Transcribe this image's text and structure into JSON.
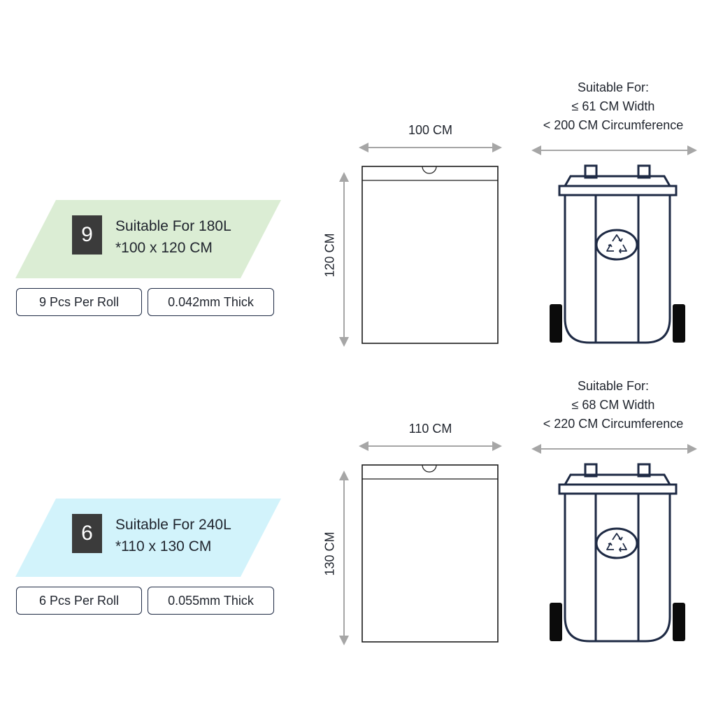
{
  "products": [
    {
      "rolls": "9",
      "capacity_text": "Suitable For 180L",
      "size_text": "*100 x 120 CM",
      "color": "#dbedd4",
      "pcs_per_roll": "9 Pcs Per Roll",
      "thickness": "0.042mm Thick",
      "bag_width": "100 CM",
      "bag_height": "120 CM",
      "suitable_title": "Suitable For:",
      "suitable_width": "≤ 61 CM Width",
      "suitable_circumference": "< 200 CM Circumference",
      "bin_icon": "recycle-icon"
    },
    {
      "rolls": "6",
      "capacity_text": "Suitable For 240L",
      "size_text": "*110 x 130 CM",
      "color": "#d2f3fb",
      "pcs_per_roll": "6 Pcs Per Roll",
      "thickness": "0.055mm Thick",
      "bag_width": "110 CM",
      "bag_height": "130 CM",
      "suitable_title": "Suitable For:",
      "suitable_width": "≤ 68 CM Width",
      "suitable_circumference": "< 220 CM Circumference",
      "bin_icon": "recycle-icon"
    }
  ],
  "colors": {
    "outline": "#1e2a44",
    "arrow": "#a6a6a6",
    "number_box": "#3b3b3b"
  }
}
